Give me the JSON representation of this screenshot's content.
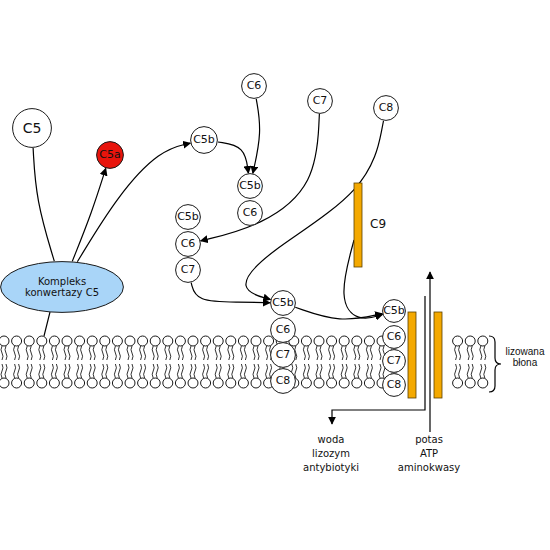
{
  "diagram": {
    "nodes": [
      {
        "text": [
          "C5"
        ]
      },
      {
        "text": [
          "C5a"
        ]
      },
      {
        "text": [
          "Kompleks konwertazy C5"
        ]
      },
      {
        "text": [
          "C5b"
        ]
      },
      {
        "text": [
          "C6"
        ]
      },
      {
        "text": [
          "C7"
        ]
      },
      {
        "text": [
          "C8"
        ]
      },
      {
        "text": [
          "C5b"
        ]
      },
      {
        "text": [
          "C6"
        ]
      },
      {
        "text": [
          "C9"
        ]
      },
      {
        "text": [
          "C5b"
        ]
      },
      {
        "text": [
          "C6"
        ]
      },
      {
        "text": [
          "C7"
        ]
      },
      {
        "text": [
          "C5b"
        ]
      },
      {
        "text": [
          "C6"
        ]
      },
      {
        "text": [
          "C7"
        ]
      },
      {
        "text": [
          "C8"
        ]
      },
      {
        "text": [
          "C5b"
        ]
      },
      {
        "text": [
          "C6"
        ]
      },
      {
        "text": [
          "C7"
        ]
      },
      {
        "text": [
          "C8"
        ]
      }
    ],
    "edges": [
      {
        "from": 0,
        "to": 2,
        "arrow": "none"
      },
      {
        "from": 2,
        "to": 1,
        "arrow": "to"
      },
      {
        "from": 2,
        "to": 3,
        "arrow": "to"
      },
      {
        "from": 3,
        "to": 7,
        "arrow": "to"
      },
      {
        "from": 4,
        "to": 7,
        "arrow": "to"
      },
      {
        "from": 5,
        "to": 11,
        "arrow": "to"
      },
      {
        "from": 12,
        "to": 13,
        "arrow": "to"
      },
      {
        "from": 6,
        "to": 13,
        "arrow": "to"
      },
      {
        "from": 13,
        "to": 17,
        "arrow": "to"
      },
      {
        "from": 9,
        "to": 17,
        "arrow": "to"
      }
    ],
    "labels": [
      "woda",
      "lizozym",
      "antybiotyki",
      "potas",
      "ATP",
      "aminokwasy",
      "lizowana błona"
    ]
  }
}
